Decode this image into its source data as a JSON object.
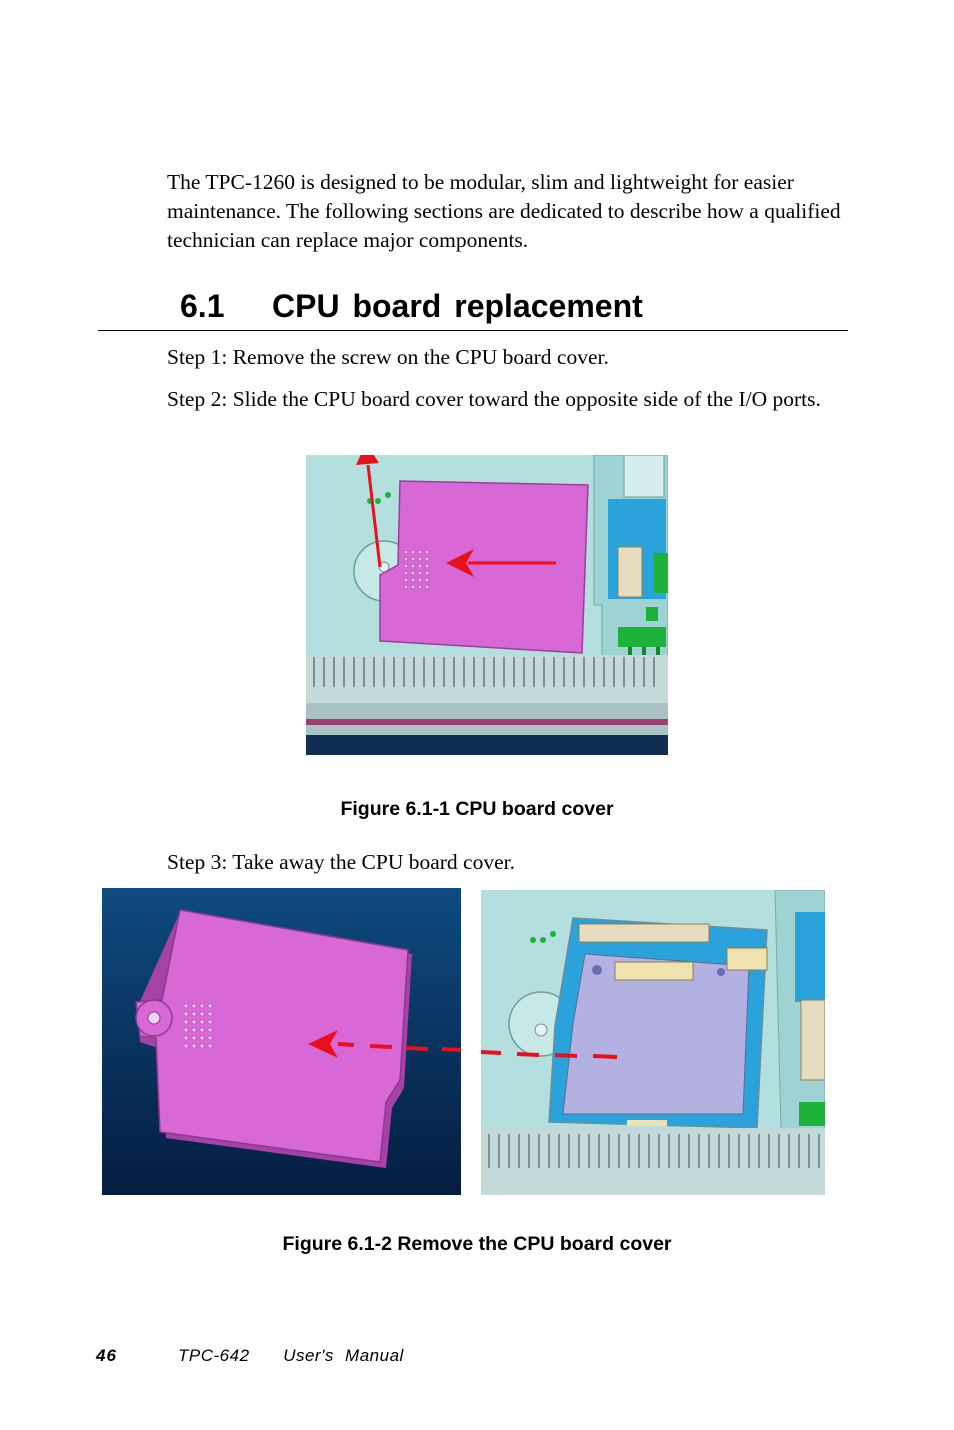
{
  "intro": "The TPC-1260 is designed to be modular, slim and lightweight for easier maintenance. The following sections are dedicated to describe how a qualified technician can replace major components.",
  "section": {
    "number": "6.1",
    "title": "CPU board replacement"
  },
  "steps": {
    "step1": "Step 1: Remove the screw on the CPU board cover.",
    "step2": "Step 2: Slide the CPU board cover toward the opposite side of the I/O ports.",
    "step3": "Step 3: Take away the CPU board cover."
  },
  "figures": {
    "fig1_caption": "Figure 6.1-1 CPU board cover",
    "fig2_caption": "Figure 6.1-2 Remove the CPU board cover"
  },
  "colors": {
    "cover_magenta": "#d868d6",
    "chassis_aqua": "#a8dada",
    "arrow_red": "#e8101a",
    "background_navy": "#0a3466",
    "board_lavender": "#b3b0e2",
    "connector_blue": "#2aa2dc",
    "connector_green": "#1db33b"
  },
  "footer": {
    "page_number": "46",
    "manual_title": "TPC-642   User's Manual"
  }
}
